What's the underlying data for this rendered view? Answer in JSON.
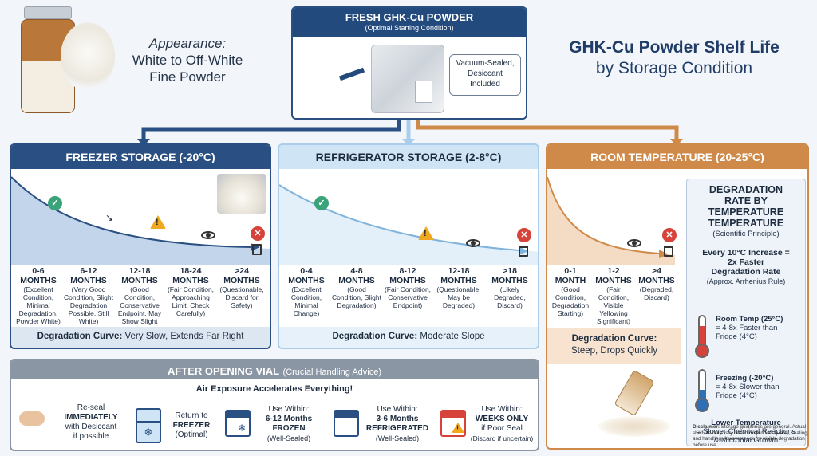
{
  "header": {
    "title_line1": "GHK-Cu Powder Shelf Life",
    "title_line2": "by Storage Condition"
  },
  "appearance": {
    "label": "Appearance:",
    "line1": "White to Off-White",
    "line2": "Fine Powder"
  },
  "fresh": {
    "title": "FRESH GHK-Cu POWDER",
    "subtitle": "(Optimal Starting Condition)",
    "pack_line1": "Vacuum-Sealed,",
    "pack_line2": "Desiccant",
    "pack_line3": "Included"
  },
  "colors": {
    "freezer": "#2a4f82",
    "fridge": "#a9cdea",
    "room": "#cf8a4a",
    "after_opening": "#8a96a4"
  },
  "freezer": {
    "title": "FREEZER STORAGE (-20°C)",
    "columns": [
      {
        "range": "0-6",
        "unit": "MONTHS",
        "note": "(Excellent Condition, Minimal Degradation, Powder White)"
      },
      {
        "range": "6-12",
        "unit": "MONTHS",
        "note": "(Very Good Condition, Slight Degradation Possible, Still White)"
      },
      {
        "range": "12-18",
        "unit": "MONTHS",
        "note": "(Good Condition, Conservative Endpoint, May Show Slight Yellowing)"
      },
      {
        "range": "18-24",
        "unit": "MONTHS",
        "note": "(Fair Condition, Approaching Limit, Check Carefully)"
      },
      {
        "range": ">24",
        "unit": "MONTHS",
        "note": "(Questionable, Discard for Safety)"
      }
    ],
    "curve_label": "Degradation Curve:",
    "curve_value": "Very Slow, Extends Far Right"
  },
  "fridge": {
    "title": "REFRIGERATOR STORAGE (2-8°C)",
    "columns": [
      {
        "range": "0-4",
        "unit": "MONTHS",
        "note": "(Excellent Condition, Minimal Change)"
      },
      {
        "range": "4-8",
        "unit": "MONTHS",
        "note": "(Good Condition, Slight Degradation)"
      },
      {
        "range": "8-12",
        "unit": "MONTHS",
        "note": "(Fair Condition, Conservative Endpoint)"
      },
      {
        "range": "12-18",
        "unit": "MONTHS",
        "note": "(Questionable, May be Degraded)"
      },
      {
        "range": ">18",
        "unit": "MONTHS",
        "note": "(Likely Degraded, Discard)"
      }
    ],
    "curve_label": "Degradation Curve:",
    "curve_value": "Moderate Slope"
  },
  "room": {
    "title": "ROOM TEMPERATURE (20-25°C)",
    "columns": [
      {
        "range": "0-1",
        "unit": "MONTH",
        "note": "(Good Condition, Degradation Starting)"
      },
      {
        "range": "1-2",
        "unit": "MONTHS",
        "note": "(Fair Condition, Visible Yellowing Significant)"
      },
      {
        "range": ">4",
        "unit": "MONTHS",
        "note": "(Degraded, Discard)"
      }
    ],
    "curve_label": "Degradation Curve:",
    "curve_value": "Steep, Drops Quickly"
  },
  "rate": {
    "title_line1": "DEGRADATION",
    "title_line2": "RATE BY",
    "title_line3": "TEMPERATURE",
    "title_line4": "TEMPERATURE",
    "subtitle": "(Scientific Principle)",
    "rule_line1": "Every 10°C Increase =",
    "rule_line2": "2x Faster",
    "rule_line3": "Degradation Rate",
    "rule_note": "(Approx. Arrhenius Rule)",
    "room_label": "Room Temp (25°C)",
    "room_value": "= 4-8x Faster than",
    "room_ref": "Fridge (4°C)",
    "freeze_label": "Freezing (-20°C)",
    "freeze_value": "= 4-8x Slower than",
    "freeze_ref": "Fridge (4°C)",
    "lower_label": "Lower Temperature",
    "lower_line1": "= Slower Chemical Reactions",
    "lower_line2": "& Microbial Growth",
    "disclaimer_label": "Disclaimer:",
    "disclaimer_text": "Storage guidelines are general. Actual shelf life may vary based on product quality, sealing, and handling. Always check for visible degradation before use."
  },
  "after": {
    "title": "AFTER OPENING VIAL",
    "title_note": "(Crucial Handling Advice)",
    "subtitle": "Air Exposure Accelerates Everything!",
    "reseal_line1": "Re-seal",
    "reseal_line2": "IMMEDIATELY",
    "reseal_line3": "with Desiccant",
    "reseal_line4": "if possible",
    "return_line1": "Return to",
    "return_line2": "FREEZER",
    "return_line3": "(Optimal)",
    "w1_line1": "Use Within:",
    "w1_line2": "6-12 Months",
    "w1_line3": "FROZEN",
    "w1_line4": "(Well-Sealed)",
    "w2_line1": "Use Within:",
    "w2_line2": "3-6 Months",
    "w2_line3": "REFRIGERATED",
    "w2_line4": "(Well-Sealed)",
    "w3_line1": "Use Within:",
    "w3_line2": "WEEKS ONLY",
    "w3_line3": "if Poor Seal",
    "w3_line4": "(Discard if uncertain)"
  }
}
